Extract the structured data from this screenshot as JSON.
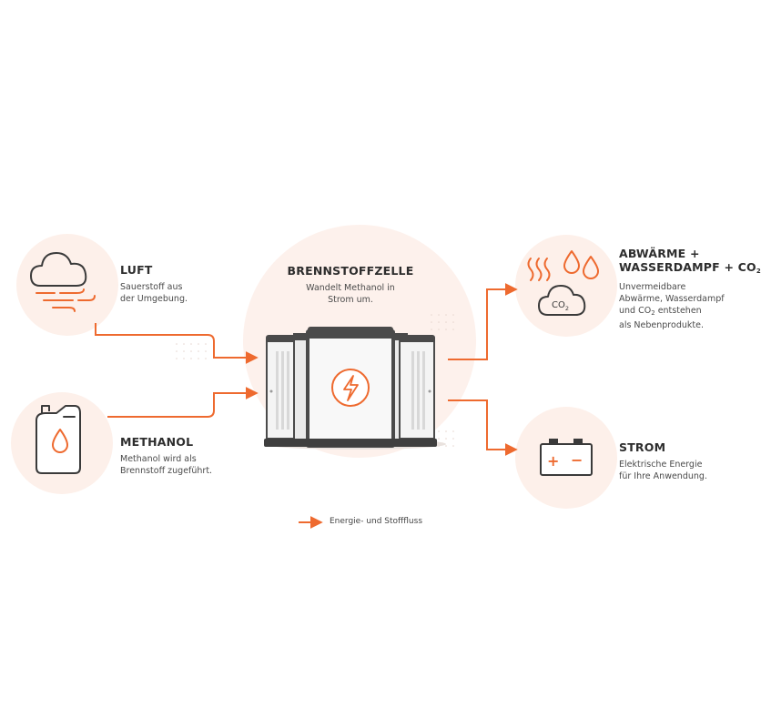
{
  "colors": {
    "accent": "#ee6a2f",
    "halo": "#fdf0ea",
    "icon_stroke": "#3a3a3a",
    "device_frame": "#4a4a4a",
    "device_panel": "#f4f4f4"
  },
  "nodes": {
    "luft": {
      "title": "LUFT",
      "desc_1": "Sauerstoff aus",
      "desc_2": "der Umgebung.",
      "icon": "cloud-wind-icon"
    },
    "methanol": {
      "title": "METHANOL",
      "desc_1": "Methanol wird als",
      "desc_2": "Brennstoff zugeführt.",
      "icon": "canister-drop-icon"
    },
    "brennstoffzelle": {
      "title": "BRENNSTOFFZELLE",
      "desc_1": "Wandelt Methanol in",
      "desc_2": "Strom um.",
      "icon": "lightning-icon"
    },
    "abwaerme": {
      "title_line1": "ABWÄRME +",
      "title_line2_a": "WASSERDAMPF + CO",
      "title_line2_sub": "2",
      "desc_1": "Unvermeidbare",
      "desc_2": "Abwärme, Wasserdampf",
      "desc_3_a": "und CO",
      "desc_3_sub": "2",
      "desc_3_b": " entstehen",
      "desc_4": "als Nebenprodukte.",
      "icon": "heat-drops-co2-icon",
      "icon_label_a": "CO",
      "icon_label_sub": "2"
    },
    "strom": {
      "title": "STROM",
      "desc_1": "Elektrische Energie",
      "desc_2": "für Ihre Anwendung.",
      "icon": "battery-icon",
      "icon_plus": "+",
      "icon_minus": "−"
    }
  },
  "legend": {
    "label": "Energie- und Stofffluss"
  }
}
